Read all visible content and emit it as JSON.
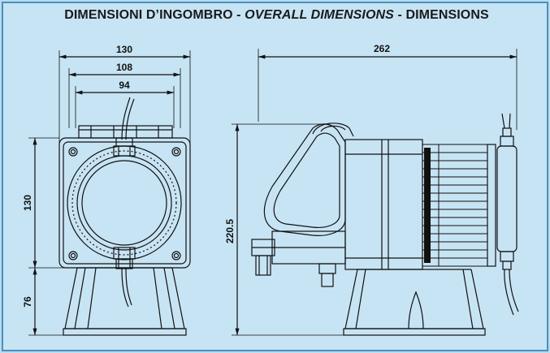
{
  "title": {
    "part1": "DIMENSIONI D’INGOMBRO - ",
    "part2": "OVERALL DIMENSIONS",
    "part3": " - DIMENSIONS"
  },
  "front_view": {
    "width_overall": "130",
    "width_mid": "108",
    "width_inner": "94",
    "height_body": "130",
    "height_base": "76"
  },
  "side_view": {
    "length_overall": "262",
    "height_overall": "220.5"
  },
  "colors": {
    "background": "#c7e4f4",
    "border": "#4b8fc0",
    "line": "#111111"
  }
}
